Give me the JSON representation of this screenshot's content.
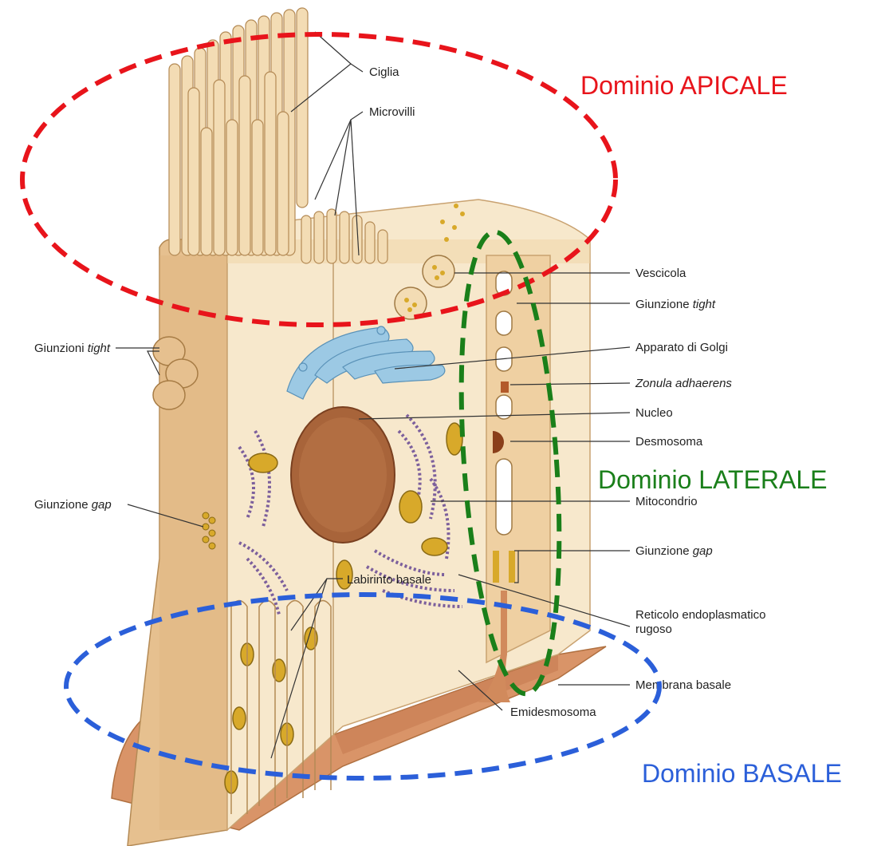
{
  "labels": {
    "ciglia": "Ciglia",
    "microvilli": "Microvilli",
    "vescicola": "Vescicola",
    "giunzione_tight_prefix": "Giunzione",
    "giunzione_tight_em": "tight",
    "apparato_golgi": "Apparato di Golgi",
    "zonula_adhaerens": "Zonula adhaerens",
    "nucleo": "Nucleo",
    "desmosoma": "Desmosoma",
    "mitocondrio": "Mitocondrio",
    "giunzione_gap_r_prefix": "Giunzione",
    "giunzione_gap_r_em": "gap",
    "reticolo_line1": "Reticolo endoplasmatico",
    "reticolo_line2": "rugoso",
    "membrana_basale": "Membrana basale",
    "emidesmosoma": "Emidesmosoma",
    "labirinto_basale": "Labirinto basale",
    "giunzioni_tight_left_prefix": "Giunzioni",
    "giunzioni_tight_left_em": "tight",
    "giunzione_gap_left_prefix": "Giunzione",
    "giunzione_gap_left_em": "gap"
  },
  "domains": {
    "apicale": {
      "text": "Dominio APICALE",
      "color": "#e8141b"
    },
    "laterale": {
      "text": "Dominio LATERALE",
      "color": "#1a7f1a"
    },
    "basale": {
      "text": "Dominio BASALE",
      "color": "#2b5fd9"
    }
  },
  "colors": {
    "cell_fill": "#f3dcb4",
    "cell_edge": "#c9a270",
    "cytoplasm": "#f7e8cc",
    "nucleus": "#a8643a",
    "golgi": "#9cc9e4",
    "er": "#7c5f9c",
    "mito": "#d8a92a",
    "basal": "#d99468"
  }
}
